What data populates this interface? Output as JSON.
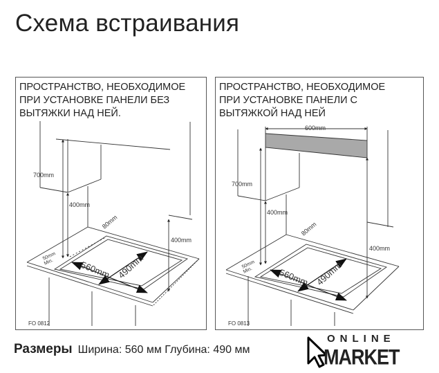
{
  "title": "Схема встраивания",
  "left_panel": {
    "heading_lines": [
      "ПРОСТРАНСТВО, НЕОБХОДИМОЕ",
      "ПРИ УСТАНОВКЕ ПАНЕЛИ БЕЗ",
      "ВЫТЯЖКИ НАД НЕЙ."
    ],
    "labels": {
      "h700": "700mm",
      "h400a": "400mm",
      "h400b": "400mm",
      "d80": "80mm",
      "d50": "50mm",
      "min": "Min.",
      "w560": "560mm",
      "d490": "490mm"
    },
    "code": "FO 0812"
  },
  "right_panel": {
    "heading_lines": [
      "ПРОСТРАНСТВО, НЕОБХОДИМОЕ",
      "ПРИ УСТАНОВКЕ ПАНЕЛИ С",
      "ВЫТЯЖКОЙ НАД НЕЙ"
    ],
    "labels": {
      "w600": "600mm",
      "h700": "700mm",
      "h400a": "400mm",
      "h400b": "400mm",
      "d80": "80mm",
      "d50": "50mm",
      "min": "Min.",
      "w560": "560mm",
      "d490": "490mm"
    },
    "code": "FO 0813"
  },
  "dimensions": {
    "label": "Размеры",
    "text": "Ширина: 560 мм Глубина: 490 мм"
  },
  "logo": {
    "line1": "ONLINE",
    "line2": "MARKET",
    "icon": "cursor-arrow-icon"
  },
  "colors": {
    "hood": "#a9a9a9",
    "line": "#333333"
  }
}
